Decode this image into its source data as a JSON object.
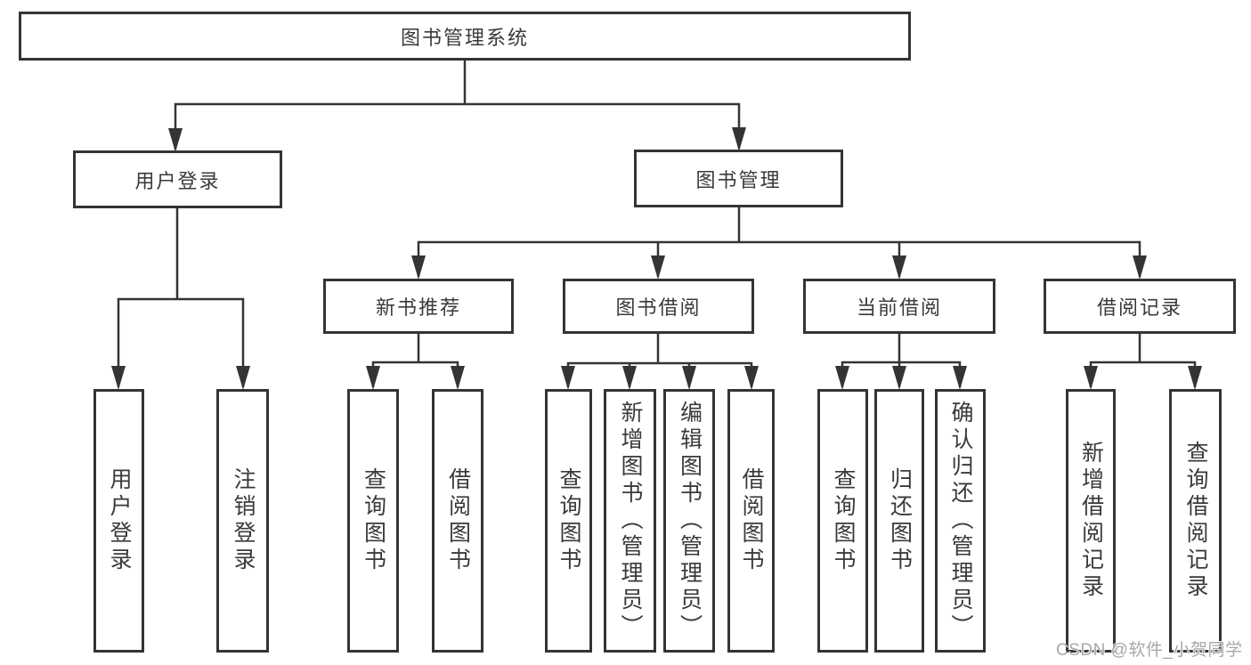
{
  "colors": {
    "line": "#343434",
    "box_border": "#343434",
    "text": "#3a3a3a",
    "background": "#ffffff",
    "watermark": "#a7a7ad"
  },
  "watermark": "CSDN @软件_小贺同学",
  "tree": {
    "root": "图书管理系统",
    "branches": {
      "user_login": {
        "label": "用户登录",
        "children": [
          "用户登录",
          "注销登录"
        ]
      },
      "book_management": {
        "label": "图书管理",
        "sections": {
          "new_book": {
            "label": "新书推荐",
            "children": [
              "查询图书",
              "借阅图书"
            ]
          },
          "borrow": {
            "label": "图书借阅",
            "children": [
              "查询图书",
              "新增图书（管理员）",
              "编辑图书（管理员）",
              "借阅图书"
            ]
          },
          "current": {
            "label": "当前借阅",
            "children": [
              "查询图书",
              "归还图书",
              "确认归还（管理员）"
            ]
          },
          "records": {
            "label": "借阅记录",
            "children": [
              "新增借阅记录",
              "查询借阅记录"
            ]
          }
        }
      }
    }
  }
}
